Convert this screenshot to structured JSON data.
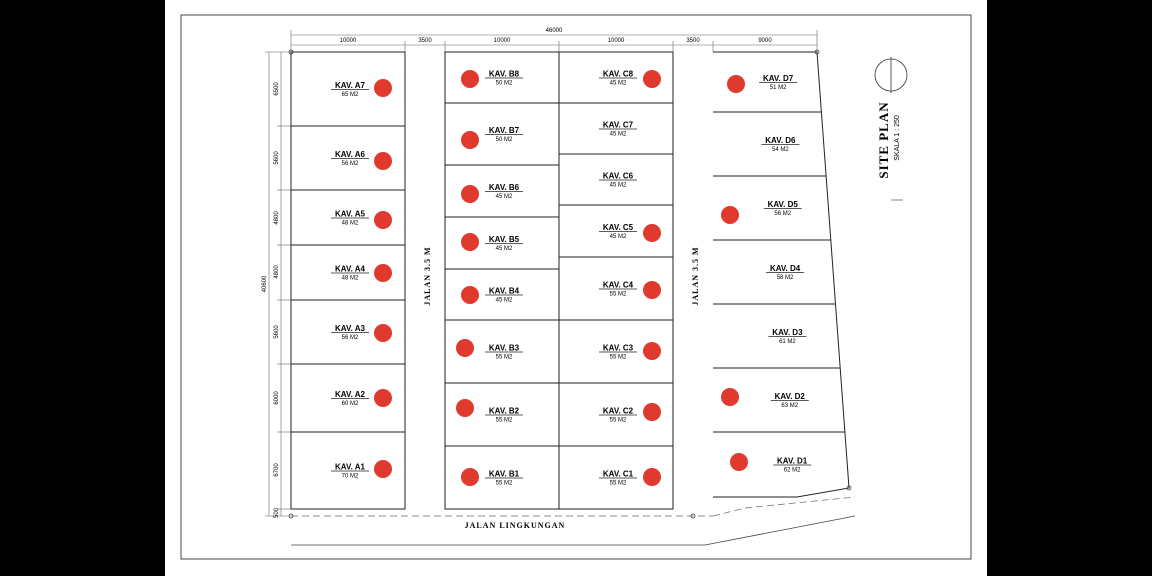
{
  "title": "SITE PLAN",
  "scale": "SKALA 1 : 250",
  "road_main": "JALAN 3.5 M",
  "road_bottom": "JALAN LINGKUNGAN",
  "dims_top": {
    "total": "46000",
    "a": "10000",
    "road1": "3500",
    "b": "10000",
    "c": "10000",
    "road2": "3500",
    "d": "9000"
  },
  "dims_left": {
    "total": "40600",
    "values": [
      "6500",
      "5600",
      "4800",
      "4800",
      "5600",
      "6000",
      "6700",
      "500"
    ]
  },
  "plots": [
    {
      "id": "a7",
      "label": "KAV. A7",
      "area": "65 M2",
      "marked": true
    },
    {
      "id": "a6",
      "label": "KAV. A6",
      "area": "56 M2",
      "marked": true
    },
    {
      "id": "a5",
      "label": "KAV. A5",
      "area": "48 M2",
      "marked": true
    },
    {
      "id": "a4",
      "label": "KAV. A4",
      "area": "48 M2",
      "marked": true
    },
    {
      "id": "a3",
      "label": "KAV. A3",
      "area": "56 M2",
      "marked": true
    },
    {
      "id": "a2",
      "label": "KAV. A2",
      "area": "60 M2",
      "marked": true
    },
    {
      "id": "a1",
      "label": "KAV. A1",
      "area": "70 M2",
      "marked": true
    },
    {
      "id": "b8",
      "label": "KAV. B8",
      "area": "50 M2",
      "marked": true
    },
    {
      "id": "b7",
      "label": "KAV. B7",
      "area": "50 M2",
      "marked": true
    },
    {
      "id": "b6",
      "label": "KAV. B6",
      "area": "45 M2",
      "marked": true
    },
    {
      "id": "b5",
      "label": "KAV. B5",
      "area": "45 M2",
      "marked": true
    },
    {
      "id": "b4",
      "label": "KAV. B4",
      "area": "45 M2",
      "marked": true
    },
    {
      "id": "b3",
      "label": "KAV. B3",
      "area": "55 M2",
      "marked": true
    },
    {
      "id": "b2",
      "label": "KAV. B2",
      "area": "55 M2",
      "marked": true
    },
    {
      "id": "b1",
      "label": "KAV. B1",
      "area": "55 M2",
      "marked": true
    },
    {
      "id": "c8",
      "label": "KAV. C8",
      "area": "45 M2",
      "marked": true
    },
    {
      "id": "c7",
      "label": "KAV. C7",
      "area": "45 M2",
      "marked": false
    },
    {
      "id": "c6",
      "label": "KAV. C6",
      "area": "45 M2",
      "marked": false
    },
    {
      "id": "c5",
      "label": "KAV. C5",
      "area": "45 M2",
      "marked": true
    },
    {
      "id": "c4",
      "label": "KAV. C4",
      "area": "55 M2",
      "marked": true
    },
    {
      "id": "c3",
      "label": "KAV. C3",
      "area": "55 M2",
      "marked": true
    },
    {
      "id": "c2",
      "label": "KAV. C2",
      "area": "55 M2",
      "marked": true
    },
    {
      "id": "c1",
      "label": "KAV. C1",
      "area": "55 M2",
      "marked": true
    },
    {
      "id": "d7",
      "label": "KAV. D7",
      "area": "51 M2",
      "marked": true
    },
    {
      "id": "d6",
      "label": "KAV. D6",
      "area": "54 M2",
      "marked": false
    },
    {
      "id": "d5",
      "label": "KAV. D5",
      "area": "56 M2",
      "marked": true
    },
    {
      "id": "d4",
      "label": "KAV. D4",
      "area": "58 M2",
      "marked": false
    },
    {
      "id": "d3",
      "label": "KAV. D3",
      "area": "61 M2",
      "marked": false
    },
    {
      "id": "d2",
      "label": "KAV. D2",
      "area": "63 M2",
      "marked": true
    },
    {
      "id": "d1",
      "label": "KAV. D1",
      "area": "62 M2",
      "marked": true
    }
  ],
  "colors": {
    "marker": "#e03a2e",
    "line": "#222222"
  }
}
